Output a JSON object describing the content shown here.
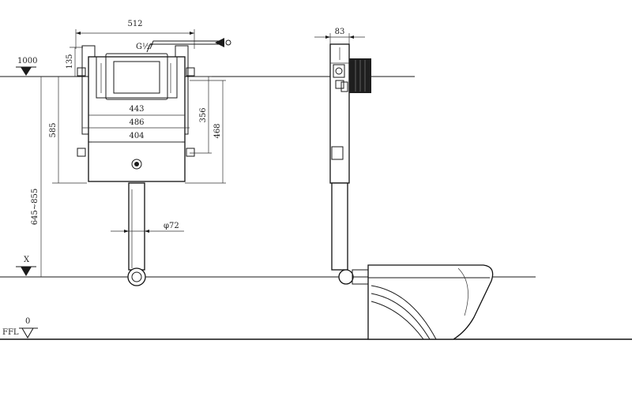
{
  "dimensions": {
    "width_512": "512",
    "depth_83": "83",
    "height_135": "135",
    "height_585": "585",
    "range_645_855": "645~855",
    "width_443": "443",
    "width_486": "486",
    "width_404": "404",
    "height_356": "356",
    "height_468": "468",
    "diameter_72": "φ72",
    "inlet_half": "G½\""
  },
  "levels": {
    "top_level": "1000",
    "x_level": "X",
    "ffl_value": "0",
    "ffl_label": "FFL"
  }
}
